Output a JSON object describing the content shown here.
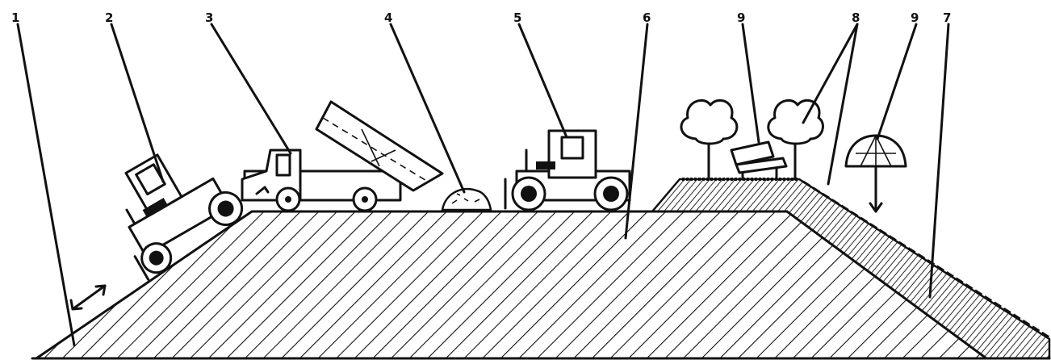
{
  "diagram": {
    "type": "embankment construction cross-section",
    "callouts": [
      {
        "id": "c1",
        "label": "1"
      },
      {
        "id": "c2",
        "label": "2"
      },
      {
        "id": "c3",
        "label": "3"
      },
      {
        "id": "c4",
        "label": "4"
      },
      {
        "id": "c5",
        "label": "5"
      },
      {
        "id": "c6",
        "label": "6"
      },
      {
        "id": "c9a",
        "label": "9"
      },
      {
        "id": "c8",
        "label": "8"
      },
      {
        "id": "c9b",
        "label": "9"
      },
      {
        "id": "c7",
        "label": "7"
      }
    ],
    "icons": [
      "bulldozer-icon",
      "dump-truck-icon",
      "soil-pile-icon",
      "roller-icon",
      "tree-icon",
      "bench-icon",
      "umbrella-icon",
      "double-arrow-icon"
    ]
  }
}
